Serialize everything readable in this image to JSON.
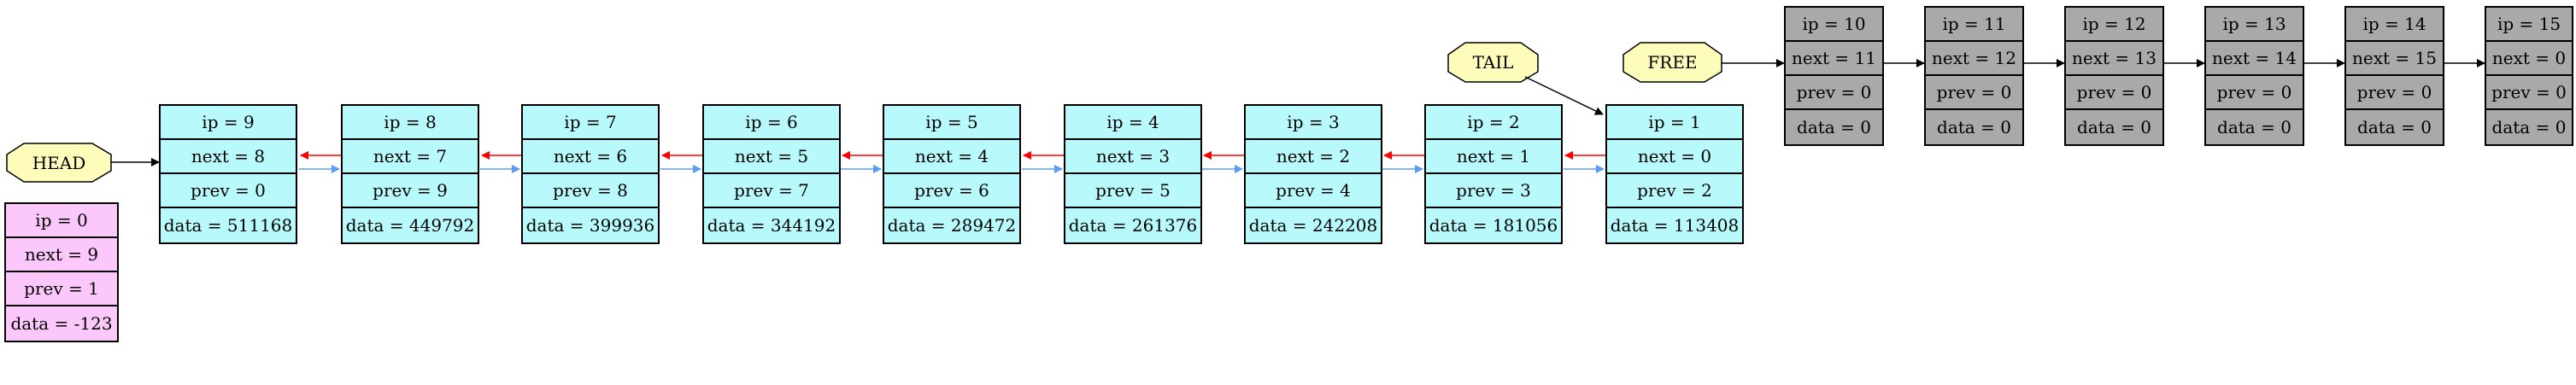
{
  "nodes": [
    {
      "ip": "ip = 0",
      "next": "next = 9",
      "prev": "prev = 1",
      "data": "data = -123"
    },
    {
      "ip": "ip = 1",
      "next": "next = 0",
      "prev": "prev = 2",
      "data": "data = 113408"
    },
    {
      "ip": "ip = 2",
      "next": "next = 1",
      "prev": "prev = 3",
      "data": "data = 181056"
    },
    {
      "ip": "ip = 3",
      "next": "next = 2",
      "prev": "prev = 4",
      "data": "data = 242208"
    },
    {
      "ip": "ip = 4",
      "next": "next = 3",
      "prev": "prev = 5",
      "data": "data = 261376"
    },
    {
      "ip": "ip = 5",
      "next": "next = 4",
      "prev": "prev = 6",
      "data": "data = 289472"
    },
    {
      "ip": "ip = 6",
      "next": "next = 5",
      "prev": "prev = 7",
      "data": "data = 344192"
    },
    {
      "ip": "ip = 7",
      "next": "next = 6",
      "prev": "prev = 8",
      "data": "data = 399936"
    },
    {
      "ip": "ip = 8",
      "next": "next = 7",
      "prev": "prev = 9",
      "data": "data = 449792"
    },
    {
      "ip": "ip = 9",
      "next": "next = 8",
      "prev": "prev = 0",
      "data": "data = 511168"
    },
    {
      "ip": "ip = 10",
      "next": "next = 11",
      "prev": "prev = 0",
      "data": "data = 0"
    },
    {
      "ip": "ip = 11",
      "next": "next = 12",
      "prev": "prev = 0",
      "data": "data = 0"
    },
    {
      "ip": "ip = 12",
      "next": "next = 13",
      "prev": "prev = 0",
      "data": "data = 0"
    },
    {
      "ip": "ip = 13",
      "next": "next = 14",
      "prev": "prev = 0",
      "data": "data = 0"
    },
    {
      "ip": "ip = 14",
      "next": "next = 15",
      "prev": "prev = 0",
      "data": "data = 0"
    },
    {
      "ip": "ip = 15",
      "next": "next = 0",
      "prev": "prev = 0",
      "data": "data = 0"
    }
  ],
  "markers": {
    "head": "HEAD",
    "tail": "TAIL",
    "free": "FREE"
  },
  "colors": {
    "used_node": "#b8fafc",
    "free_node": "#a9a9a9",
    "zero_node": "#fcc8fc",
    "marker_fill": "#fdfcbb",
    "next_edge": "#ff0000",
    "prev_edge": "#5c9ded",
    "pointer_edge": "#000000"
  }
}
